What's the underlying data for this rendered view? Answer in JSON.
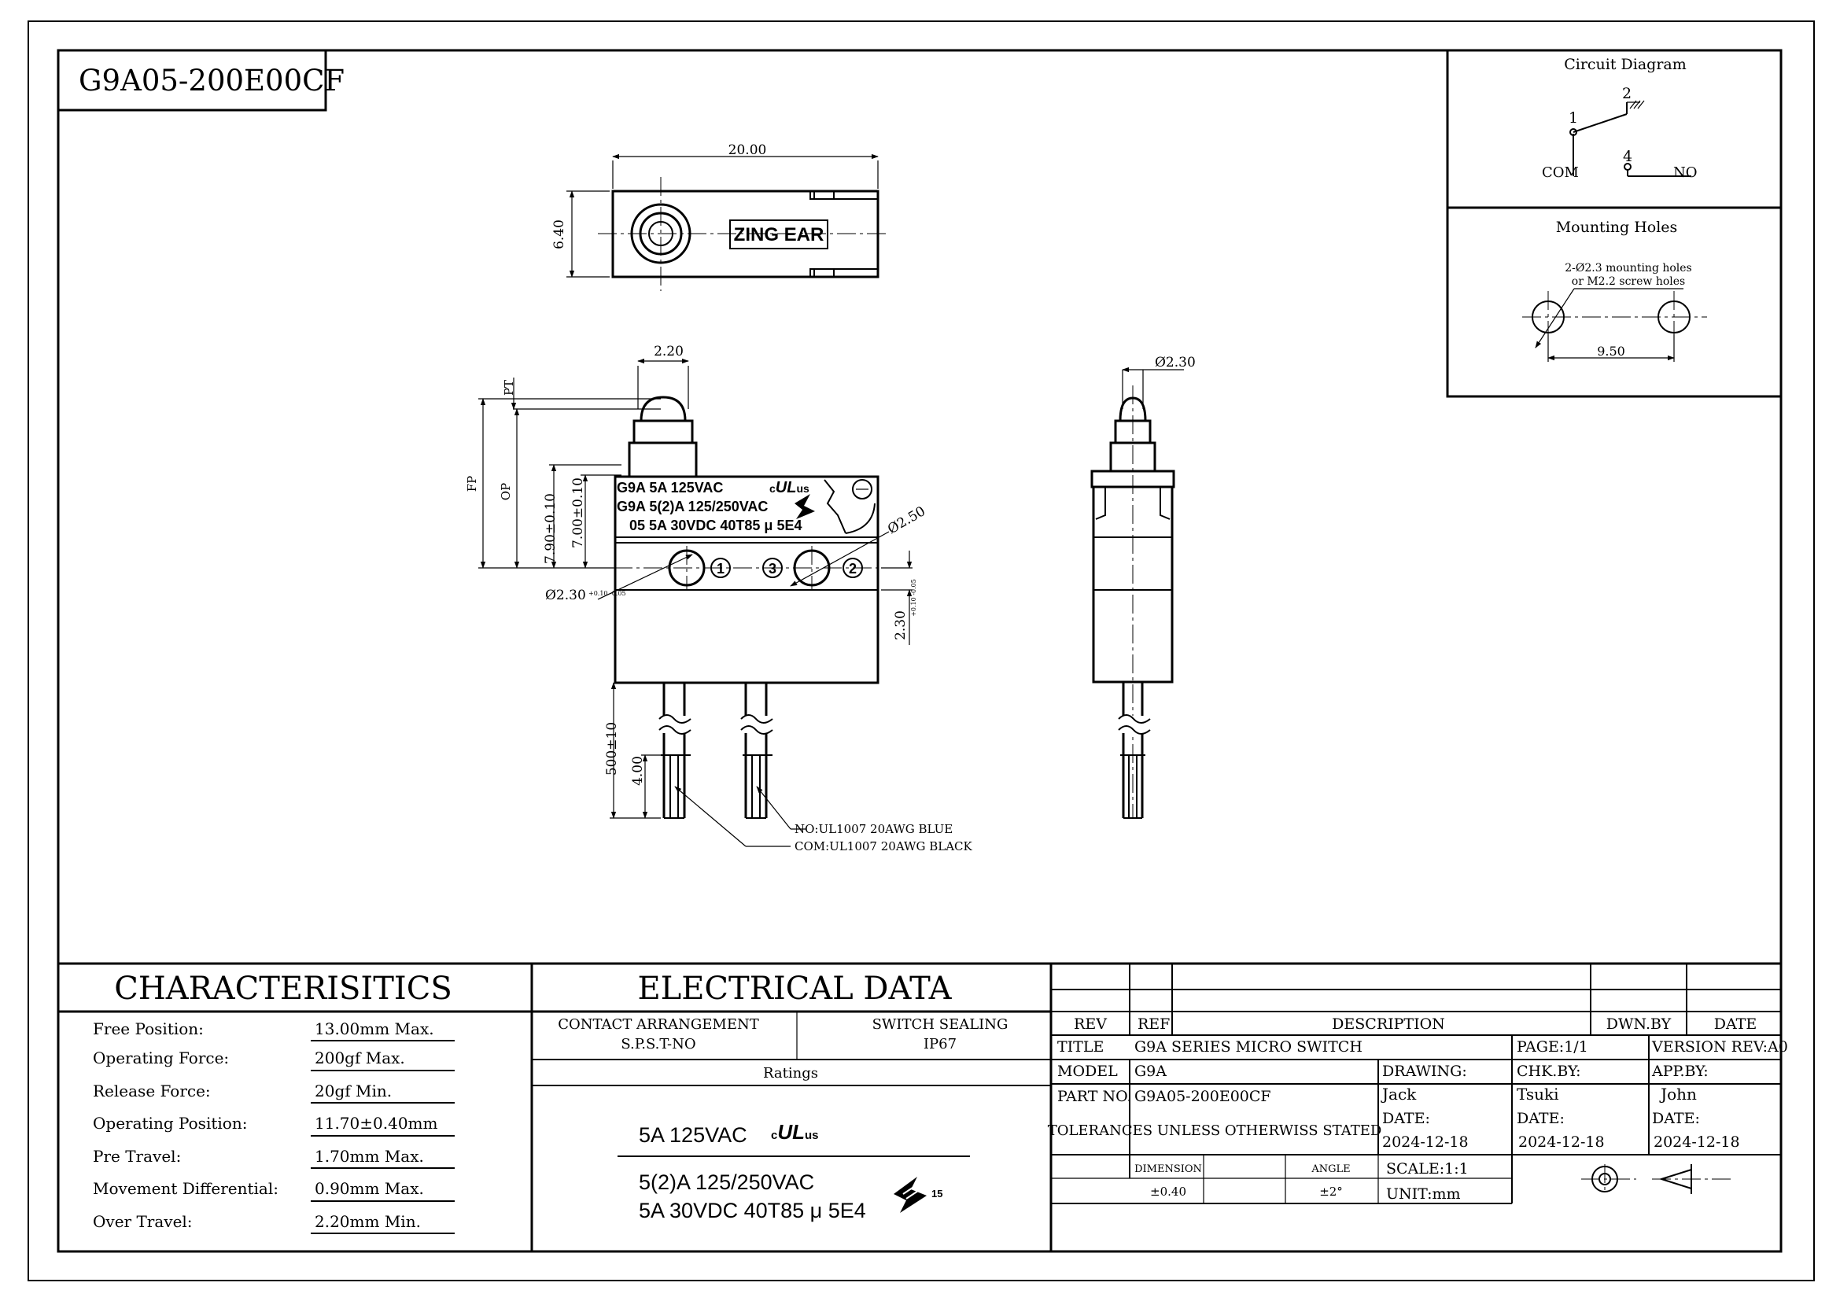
{
  "part_number": "G9A05-200E00CF",
  "circuit_diagram": {
    "title": "Circuit Diagram",
    "pin_1": "1",
    "pin_2": "2",
    "pin_4": "4",
    "com": "COM",
    "no": "NO"
  },
  "mounting_holes": {
    "title": "Mounting Holes",
    "note_line1": "2-Ø2.3 mounting holes",
    "note_line2": "or M2.2 screw holes",
    "spacing": "9.50"
  },
  "top_view": {
    "length": "20.00",
    "width": "6.40",
    "brand": "ZING EAR"
  },
  "front_view": {
    "plunger_width": "2.20",
    "pt": "PT",
    "fp": "FP",
    "op": "OP",
    "dim_790": "7.90±0.10",
    "dim_700": "7.00±0.10",
    "hole_dia_right": "Ø2.50",
    "hole_dia_left_base": "Ø2.30",
    "hole_dia_left_tol": "+0.10 -0.05",
    "hole_offset_base": "2.30",
    "hole_offset_tol": "+0.10 -0.05",
    "lead_length": "500±10",
    "strip_length": "4.00",
    "body_text_line1": "G9A  5A 125VAC",
    "body_text_line2": "G9A  5(2)A 125/250VAC",
    "body_text_line3": "05  5A 30VDC 40T85 μ 5E4",
    "terminal_1": "1",
    "terminal_2": "2",
    "terminal_3": "3",
    "wire_no": "NO:UL1007 20AWG BLUE",
    "wire_com": "COM:UL1007 20AWG BLACK"
  },
  "side_view": {
    "plunger_dia": "Ø2.30"
  },
  "characteristics": {
    "title": "CHARACTERISITICS",
    "rows": [
      {
        "label": "Free Position:",
        "value": "13.00mm Max."
      },
      {
        "label": "Operating Force:",
        "value": "200gf Max."
      },
      {
        "label": "Release Force:",
        "value": "20gf Min."
      },
      {
        "label": "Operating Position:",
        "value": "11.70±0.40mm"
      },
      {
        "label": "Pre Travel:",
        "value": "1.70mm Max."
      },
      {
        "label": "Movement Differential:",
        "value": "0.90mm Max."
      },
      {
        "label": "Over Travel:",
        "value": "2.20mm Min."
      }
    ]
  },
  "electrical": {
    "title": "ELECTRICAL DATA",
    "contact_label": "CONTACT ARRANGEMENT",
    "contact_value": "S.P.S.T-NO",
    "sealing_label": "SWITCH SEALING",
    "sealing_value": "IP67",
    "ratings_label": "Ratings",
    "rating_1": "5A 125VAC",
    "rating_2": "5(2)A 125/250VAC",
    "rating_3": "5A 30VDC 40T85 μ  5E4",
    "enec_number": "15"
  },
  "title_block": {
    "rev": "REV",
    "ref": "REF",
    "description": "DESCRIPTION",
    "dwn_by": "DWN.BY",
    "date": "DATE",
    "title_label": "TITLE",
    "title_value": "G9A SERIES MICRO SWITCH",
    "page": "PAGE:1/1",
    "version": "VERSION REV:A0",
    "model_label": "MODEL",
    "model_value": "G9A",
    "drawing_label": "DRAWING:",
    "chk_label": "CHK.BY:",
    "app_label": "APP.BY:",
    "part_label": "PART NO.",
    "part_value": "G9A05-200E00CF",
    "drawing_by": "Jack",
    "chk_by": "Tsuki",
    "app_by": "John",
    "tolerances": "TOLERANCES UNLESS OTHERWISS STATED",
    "date_label_1": "DATE:",
    "date_label_2": "DATE:",
    "date_label_3": "DATE:",
    "date_value_1": "2024-12-18",
    "date_value_2": "2024-12-18",
    "date_value_3": "2024-12-18",
    "dimension_label": "DIMENSION",
    "angle_label": "ANGLE",
    "dimension_tol": "±0.40",
    "angle_tol": "±2°",
    "scale": "SCALE:1:1",
    "unit": "UNIT:mm"
  }
}
